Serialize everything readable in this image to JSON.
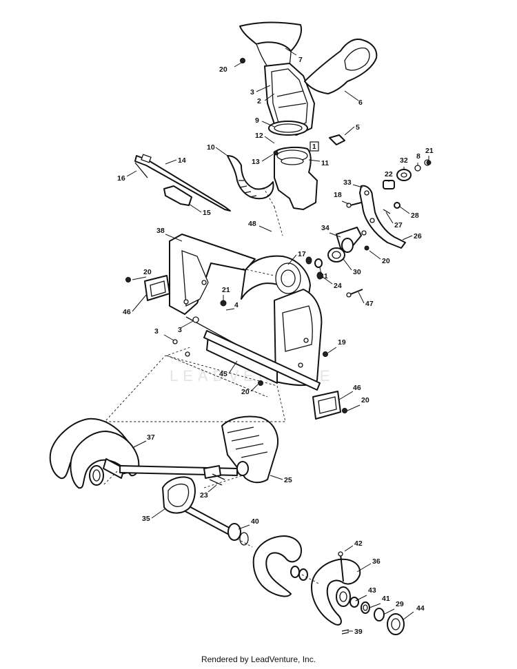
{
  "watermark": "LEADVENTURE",
  "footer": "Rendered by LeadVenture, Inc.",
  "boxed_ref": "1",
  "callouts": [
    {
      "key": "c7",
      "label": "7"
    },
    {
      "key": "c20a",
      "label": "20"
    },
    {
      "key": "c6",
      "label": "6"
    },
    {
      "key": "c3a",
      "label": "3"
    },
    {
      "key": "c2",
      "label": "2"
    },
    {
      "key": "c9",
      "label": "9"
    },
    {
      "key": "c5",
      "label": "5"
    },
    {
      "key": "c12",
      "label": "12"
    },
    {
      "key": "c10",
      "label": "10"
    },
    {
      "key": "c13",
      "label": "13"
    },
    {
      "key": "c11",
      "label": "11"
    },
    {
      "key": "c14",
      "label": "14"
    },
    {
      "key": "c16",
      "label": "16"
    },
    {
      "key": "c15",
      "label": "15"
    },
    {
      "key": "c21a",
      "label": "21"
    },
    {
      "key": "c8",
      "label": "8"
    },
    {
      "key": "c32",
      "label": "32"
    },
    {
      "key": "c22",
      "label": "22"
    },
    {
      "key": "c33",
      "label": "33"
    },
    {
      "key": "c18",
      "label": "18"
    },
    {
      "key": "c28",
      "label": "28"
    },
    {
      "key": "c27",
      "label": "27"
    },
    {
      "key": "c48",
      "label": "48"
    },
    {
      "key": "c34",
      "label": "34"
    },
    {
      "key": "c26",
      "label": "26"
    },
    {
      "key": "c38",
      "label": "38"
    },
    {
      "key": "c17",
      "label": "17"
    },
    {
      "key": "c20b",
      "label": "20"
    },
    {
      "key": "c31",
      "label": "31"
    },
    {
      "key": "c30",
      "label": "30"
    },
    {
      "key": "c20c",
      "label": "20"
    },
    {
      "key": "c24",
      "label": "24"
    },
    {
      "key": "c21b",
      "label": "21"
    },
    {
      "key": "c47",
      "label": "47"
    },
    {
      "key": "c46a",
      "label": "46"
    },
    {
      "key": "c4",
      "label": "4"
    },
    {
      "key": "c3b",
      "label": "3"
    },
    {
      "key": "c3c",
      "label": "3"
    },
    {
      "key": "c19",
      "label": "19"
    },
    {
      "key": "c45",
      "label": "45"
    },
    {
      "key": "c20d",
      "label": "20"
    },
    {
      "key": "c46b",
      "label": "46"
    },
    {
      "key": "c20e",
      "label": "20"
    },
    {
      "key": "c37",
      "label": "37"
    },
    {
      "key": "c25",
      "label": "25"
    },
    {
      "key": "c23",
      "label": "23"
    },
    {
      "key": "c35",
      "label": "35"
    },
    {
      "key": "c40",
      "label": "40"
    },
    {
      "key": "c42",
      "label": "42"
    },
    {
      "key": "c36",
      "label": "36"
    },
    {
      "key": "c43",
      "label": "43"
    },
    {
      "key": "c41",
      "label": "41"
    },
    {
      "key": "c29",
      "label": "29"
    },
    {
      "key": "c44",
      "label": "44"
    },
    {
      "key": "c39",
      "label": "39"
    }
  ]
}
